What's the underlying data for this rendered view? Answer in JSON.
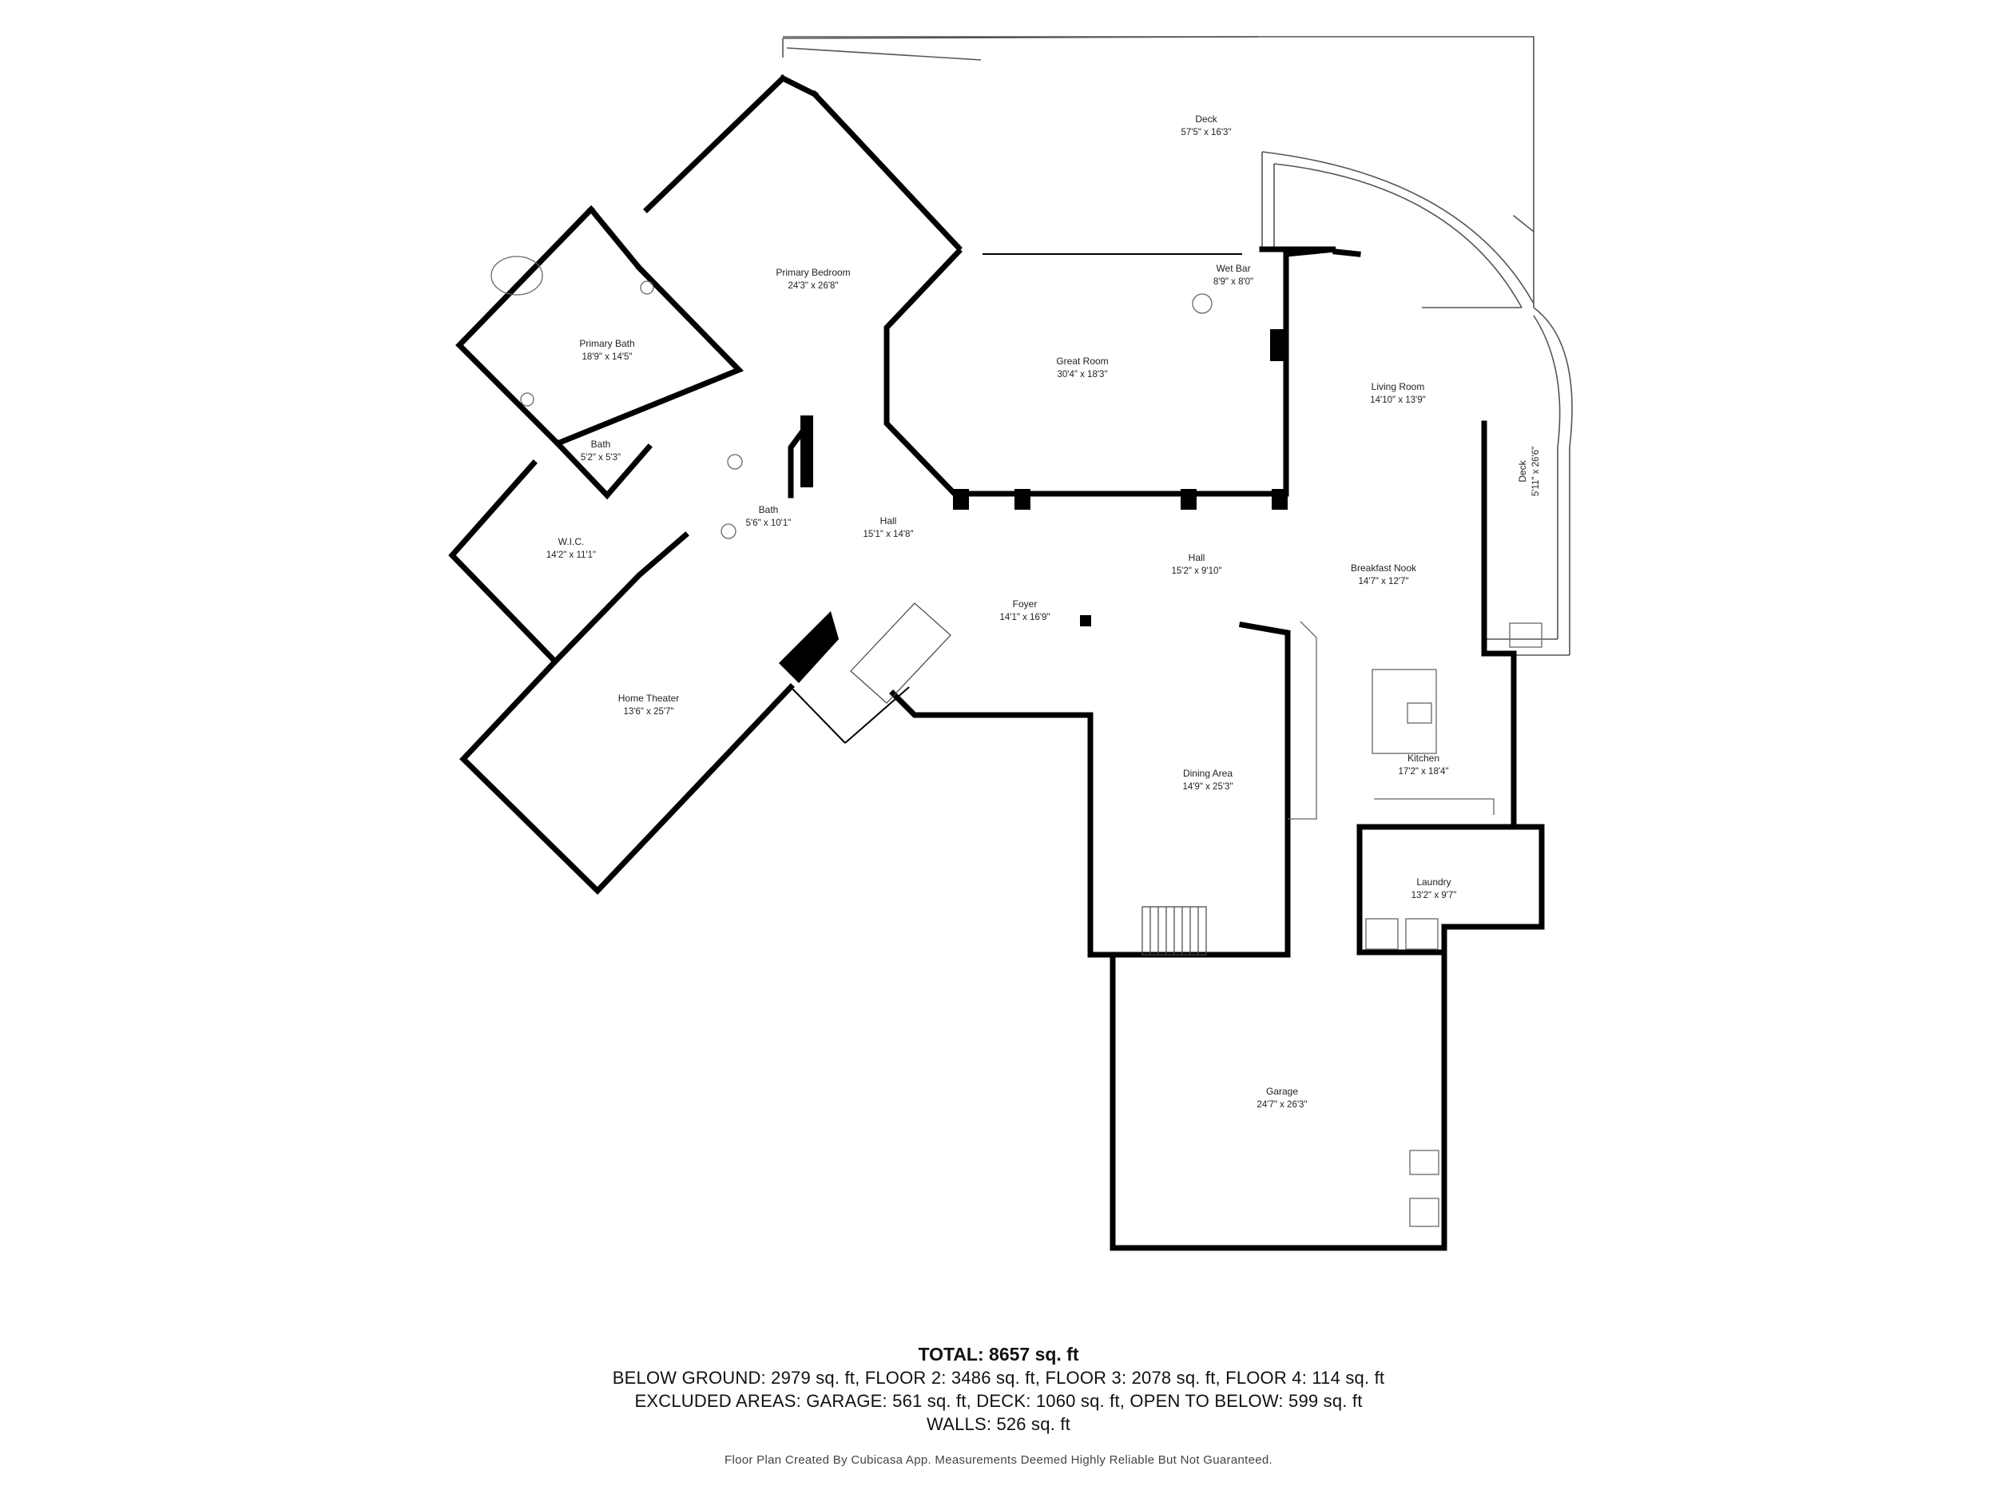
{
  "rooms": [
    {
      "name": "Deck",
      "dims": "57'5\" x 16'3\""
    },
    {
      "name": "Primary Bedroom",
      "dims": "24'3\" x 26'8\""
    },
    {
      "name": "Wet Bar",
      "dims": "8'9\" x 8'0\""
    },
    {
      "name": "Primary Bath",
      "dims": "18'9\" x 14'5\""
    },
    {
      "name": "Great Room",
      "dims": "30'4\" x 18'3\""
    },
    {
      "name": "Living Room",
      "dims": "14'10\" x 13'9\""
    },
    {
      "name": "Bath",
      "dims": "5'2\" x 5'3\""
    },
    {
      "name": "Deck",
      "dims": "5'11\" x 26'6\""
    },
    {
      "name": "Bath",
      "dims": "5'6\" x 10'1\""
    },
    {
      "name": "Hall",
      "dims": "15'1\" x 14'8\""
    },
    {
      "name": "W.I.C.",
      "dims": "14'2\" x 11'1\""
    },
    {
      "name": "Hall",
      "dims": "15'2\" x 9'10\""
    },
    {
      "name": "Breakfast Nook",
      "dims": "14'7\" x 12'7\""
    },
    {
      "name": "Foyer",
      "dims": "14'1\" x 16'9\""
    },
    {
      "name": "Home Theater",
      "dims": "13'6\" x 25'7\""
    },
    {
      "name": "Dining Area",
      "dims": "14'9\" x 25'3\""
    },
    {
      "name": "Kitchen",
      "dims": "17'2\" x 18'4\""
    },
    {
      "name": "Laundry",
      "dims": "13'2\" x 9'7\""
    },
    {
      "name": "Garage",
      "dims": "24'7\" x 26'3\""
    }
  ],
  "summary": {
    "total": "TOTAL: 8657 sq. ft",
    "line1": "BELOW GROUND: 2979 sq. ft, FLOOR 2: 3486 sq. ft, FLOOR 3: 2078 sq. ft, FLOOR 4: 114 sq. ft",
    "line2": "EXCLUDED AREAS: GARAGE: 561 sq. ft, DECK: 1060 sq. ft, OPEN TO BELOW: 599 sq. ft",
    "line3": "WALLS: 526 sq. ft",
    "footer": "Floor Plan Created By Cubicasa App. Measurements Deemed Highly Reliable But Not Guaranteed."
  }
}
